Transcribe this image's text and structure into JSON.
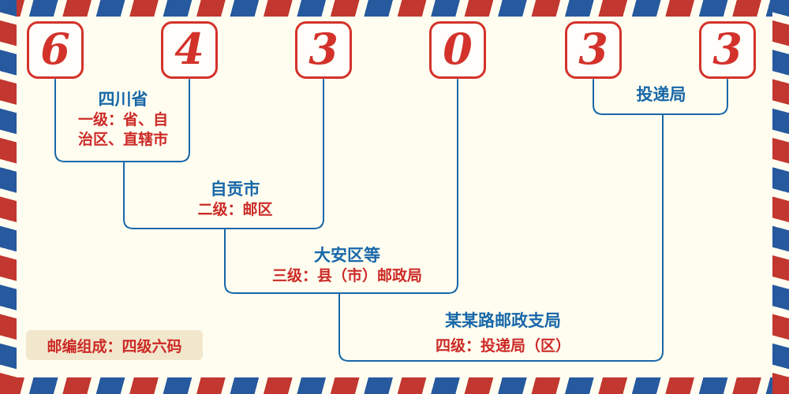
{
  "digits": [
    "6",
    "4",
    "3",
    "0",
    "3",
    "3"
  ],
  "labels": {
    "level1": {
      "title": "四川省",
      "desc1": "一级：省、自",
      "desc2": "治区、直辖市"
    },
    "level2": {
      "title": "自贡市",
      "desc": "二级：邮区"
    },
    "level3": {
      "title": "大安区等",
      "desc": "三级：县（市）邮政局"
    },
    "level4": {
      "title": "某某路邮政支局",
      "desc": "四级：投递局（区）"
    },
    "delivery": {
      "title": "投递局"
    }
  },
  "footer": {
    "note": "邮编组成：四级六码"
  },
  "colors": {
    "digit_red": "#d3322b",
    "label_blue": "#1767a8",
    "label_red": "#cc2a26",
    "stripe_red": "#c2372f",
    "stripe_blue": "#27599e",
    "background": "#fffdf0",
    "badge_beige": "#f2e7cd"
  }
}
